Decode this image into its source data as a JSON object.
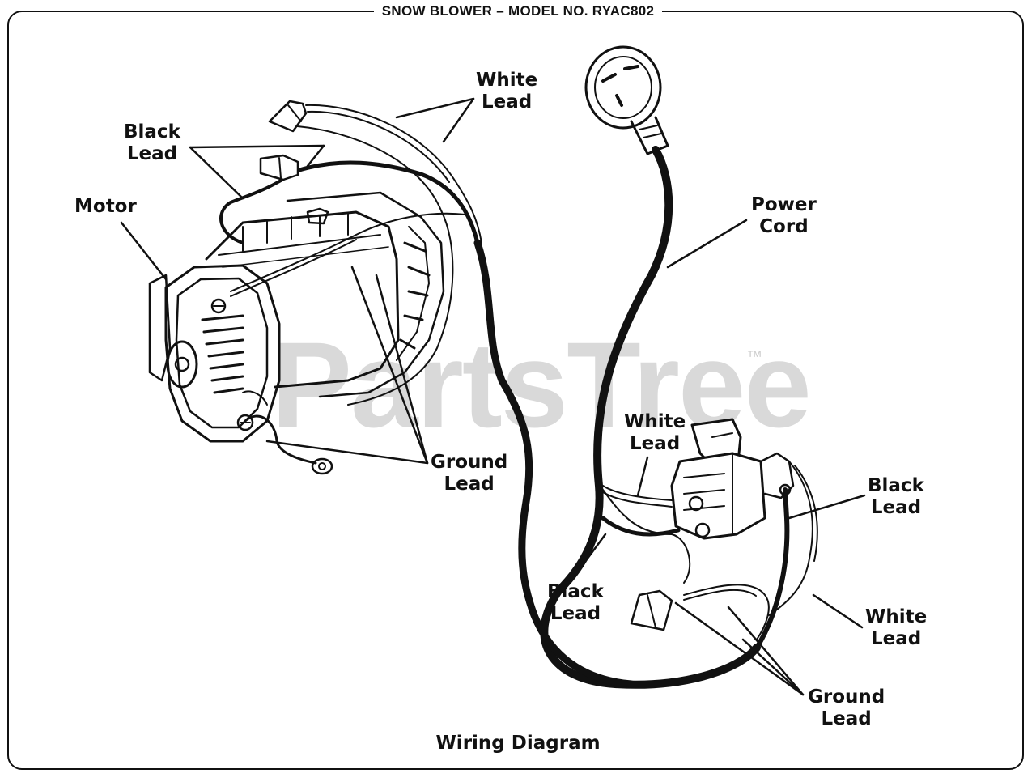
{
  "header": {
    "title": "SNOW BLOWER – MODEL NO. RYAC802"
  },
  "watermark": {
    "text": "PartsTree",
    "tm": "™"
  },
  "caption": "Wiring Diagram",
  "labels": {
    "motor": "Motor",
    "black_lead_top": [
      "Black",
      "Lead"
    ],
    "white_lead_top": [
      "White",
      "Lead"
    ],
    "power_cord": [
      "Power",
      "Cord"
    ],
    "ground_lead_motor": [
      "Ground",
      "Lead"
    ],
    "white_lead_switch": [
      "White",
      "Lead"
    ],
    "black_lead_right": [
      "Black",
      "Lead"
    ],
    "black_lead_bottom": [
      "Black",
      "Lead"
    ],
    "white_lead_right": [
      "White",
      "Lead"
    ],
    "ground_lead_bottom": [
      "Ground",
      "Lead"
    ]
  },
  "colors": {
    "line": "#111111",
    "watermark": "#d9d9d9",
    "background": "#ffffff"
  }
}
